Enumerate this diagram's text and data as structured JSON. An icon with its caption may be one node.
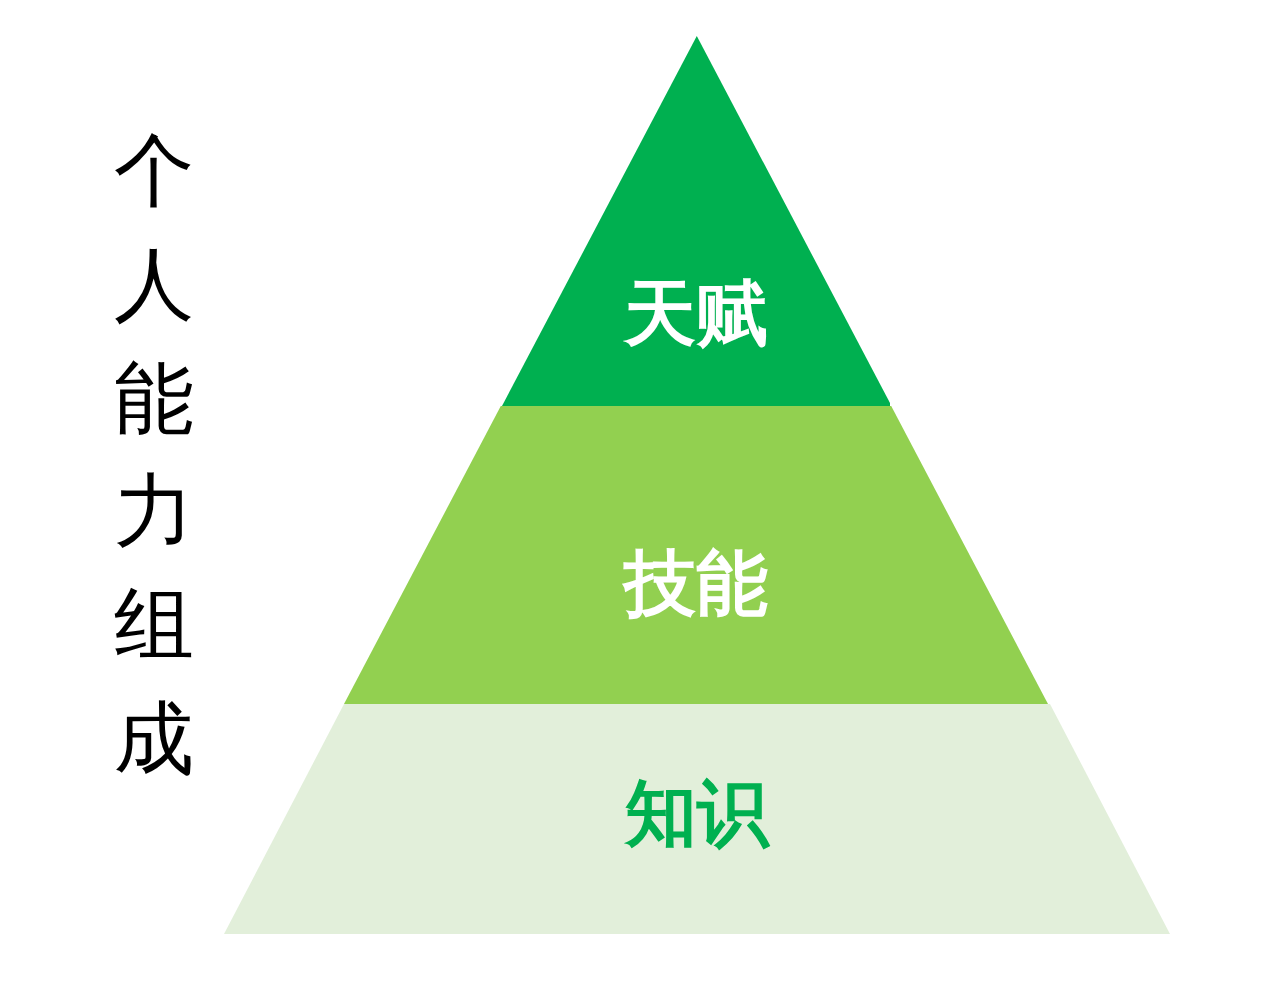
{
  "diagram": {
    "title": "个人能力组成",
    "nodes": [
      {
        "text": [
          "天赋"
        ]
      },
      {
        "text": [
          "技能"
        ]
      },
      {
        "text": [
          "知识"
        ]
      }
    ]
  }
}
